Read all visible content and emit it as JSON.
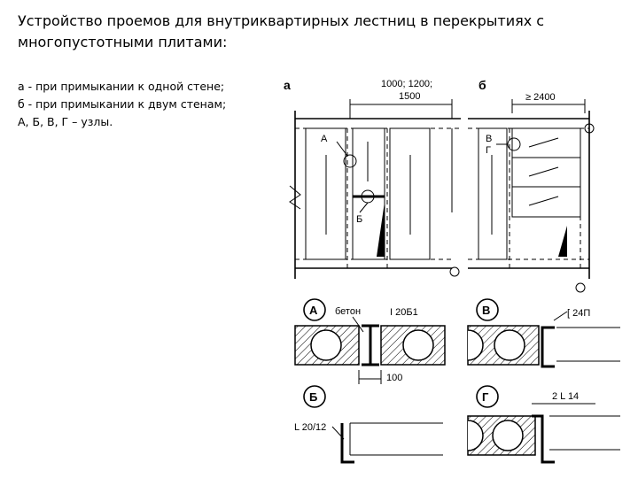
{
  "slide": {
    "title": "Устройство проемов для внутриквартирных лестниц в перекрытиях с многопустотными плитами:",
    "legend": [
      "а - при примыкании к одной стене;",
      "б - при примыкании к двум стенам;",
      "А, Б, В, Г – узлы."
    ]
  },
  "diagram": {
    "plan_a": {
      "label": "а",
      "dim_top": "1000; 1200;",
      "dim_bottom": "1500",
      "node_a": "А",
      "node_b": "Б"
    },
    "plan_b": {
      "label": "б",
      "dim": "≥ 2400",
      "node_v": "В",
      "node_g": "Г"
    },
    "node_A": {
      "label": "А",
      "concrete": "бетон",
      "beam": "I 20Б1",
      "dim": "100"
    },
    "node_V": {
      "label": "В",
      "channel": "[ 24П"
    },
    "node_B": {
      "label": "Б",
      "angle": "L 20/12"
    },
    "node_G": {
      "label": "Г",
      "angles": "2 L 14"
    }
  }
}
